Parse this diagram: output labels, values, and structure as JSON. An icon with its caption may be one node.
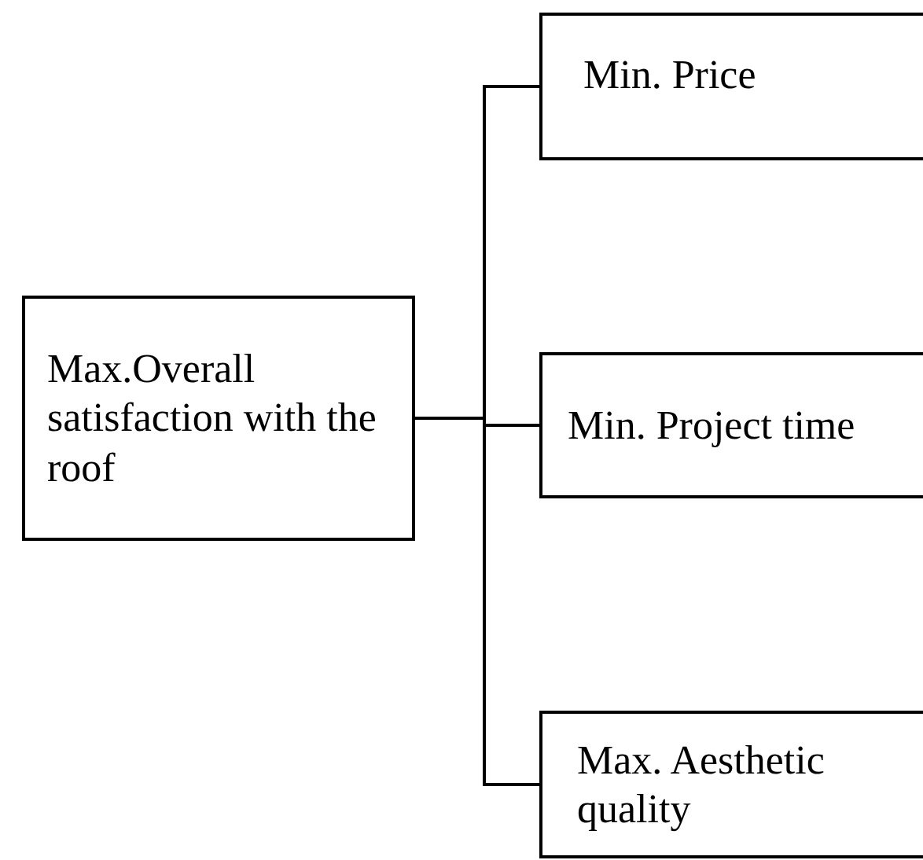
{
  "diagram": {
    "nodes": [
      {
        "text": [
          "Max.Overall satisfaction with the roof"
        ]
      },
      {
        "text": [
          "Min. Price"
        ]
      },
      {
        "text": [
          "Min. Project time"
        ]
      },
      {
        "text": [
          "Max. Aesthetic quality"
        ]
      }
    ],
    "edges": [
      {
        "from": 0,
        "to": 1,
        "arrow": "none"
      },
      {
        "from": 0,
        "to": 2,
        "arrow": "none"
      },
      {
        "from": 0,
        "to": 3,
        "arrow": "none"
      }
    ]
  }
}
